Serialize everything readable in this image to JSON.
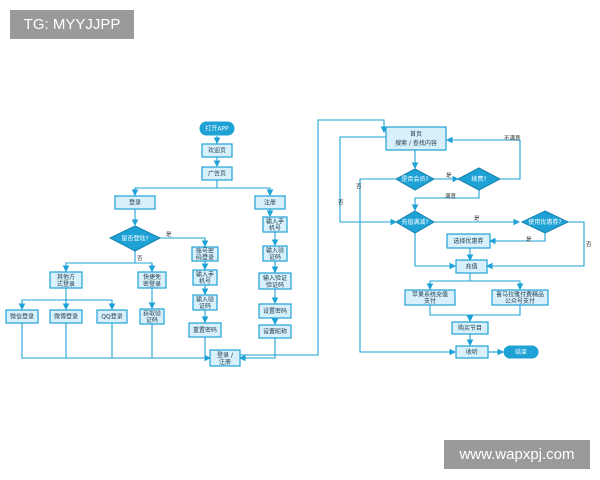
{
  "watermarks": {
    "top": "TG: MYYJJPP",
    "bottom": "www.wapxpj.com"
  },
  "colors": {
    "accent": "#1ea2d6",
    "node_fill": "#d7f0fb",
    "tag_bg": "#9a9a9a"
  },
  "nodes": {
    "open_app": "打开APP",
    "welcome": "欢迎页",
    "ad_page": "广告页",
    "login": "登录",
    "register": "注册",
    "is_unlocked": "是否登陆?",
    "other_login_1": "其他方",
    "other_login_2": "式登录",
    "quick_login_1": "快捷免",
    "quick_login_2": "密登录",
    "wechat_login": "微信登录",
    "weibo_login": "微博登录",
    "qq_login": "QQ登录",
    "get_code_1": "获取验",
    "get_code_2": "证码",
    "account_pwd_1": "账号密",
    "account_pwd_2": "码登录",
    "input_phone_l1": "输入手",
    "input_phone_l2": "机号",
    "input_verify_l1": "输入验",
    "input_verify_l2": "证码",
    "reset_pwd": "重置密码",
    "input_phone_r1": "输入手",
    "input_phone_r2": "机号",
    "input_code_r1": "输入验",
    "input_code_r2": "证码",
    "input_again_1": "输入验证",
    "input_again_2": "验证码",
    "set_pwd": "设置密码",
    "set_nickname": "设置昵称",
    "login_register_1": "登录 /",
    "login_register_2": "注册",
    "home_1": "首页",
    "home_2": "搜索 / 查找内容",
    "is_member": "是否会员?",
    "is_pay": "续费?",
    "is_recharged": "充值满减?",
    "use_coupon": "使用优惠券?",
    "choose_coupon": "选择优惠券",
    "recharge": "充值",
    "apple_pay_1": "苹果系统充值",
    "apple_pay_2": "支付",
    "wechat_pay_1": "喜马拉雅付费精品",
    "wechat_pay_2": "公众号支付",
    "buy_program": "购买节目",
    "listen": "收听",
    "finish": "结束"
  },
  "edge_labels": {
    "yes_1": "是",
    "no_1": "否",
    "yes_2": "是",
    "no_2": "否",
    "yes_3": "是",
    "no_3": "否",
    "unsatisfied": "不满意",
    "satisfied": "满意",
    "yes_4": "是",
    "no_4": "否"
  }
}
